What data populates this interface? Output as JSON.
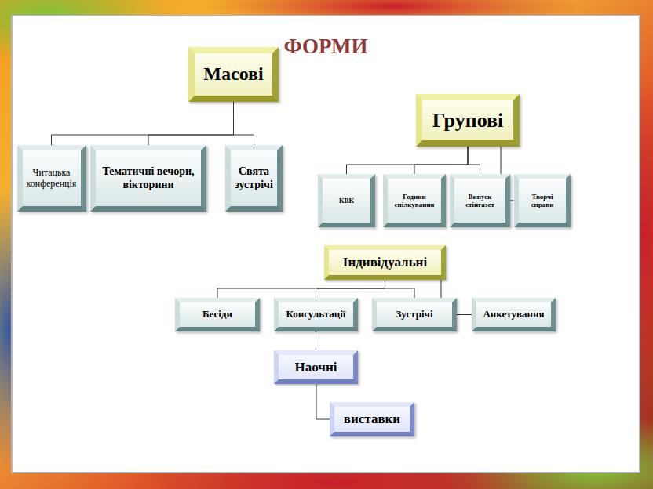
{
  "diagram": {
    "title": "ФОРМИ",
    "nodes": [
      {
        "text": [
          "Масові"
        ]
      },
      {
        "text": [
          "Читацька конференція"
        ]
      },
      {
        "text": [
          "Тематичні вечори, вікторини"
        ]
      },
      {
        "text": [
          "Свята зустрічі"
        ]
      },
      {
        "text": [
          "Групові"
        ]
      },
      {
        "text": [
          "КВК"
        ]
      },
      {
        "text": [
          "Години спілкування"
        ]
      },
      {
        "text": [
          "Випуск стінгазет"
        ]
      },
      {
        "text": [
          "Творчі справи"
        ]
      },
      {
        "text": [
          "Індивідуальні"
        ]
      },
      {
        "text": [
          "Бесіди"
        ]
      },
      {
        "text": [
          "Консультації"
        ]
      },
      {
        "text": [
          "Зустрічі"
        ]
      },
      {
        "text": [
          "Анкетування"
        ]
      },
      {
        "text": [
          "Наочні"
        ]
      },
      {
        "text": [
          "виставки"
        ]
      }
    ],
    "edges": [
      {
        "from": 0,
        "to": 1,
        "arrow": "none"
      },
      {
        "from": 0,
        "to": 2,
        "arrow": "none"
      },
      {
        "from": 0,
        "to": 3,
        "arrow": "none"
      },
      {
        "from": 4,
        "to": 5,
        "arrow": "none"
      },
      {
        "from": 4,
        "to": 6,
        "arrow": "none"
      },
      {
        "from": 4,
        "to": 7,
        "arrow": "none"
      },
      {
        "from": 4,
        "to": 8,
        "arrow": "none"
      },
      {
        "from": 9,
        "to": 10,
        "arrow": "none"
      },
      {
        "from": 9,
        "to": 11,
        "arrow": "none"
      },
      {
        "from": 9,
        "to": 12,
        "arrow": "none"
      },
      {
        "from": 9,
        "to": 13,
        "arrow": "none"
      },
      {
        "from": 11,
        "to": 14,
        "arrow": "none"
      },
      {
        "from": 14,
        "to": 15,
        "arrow": "none"
      }
    ]
  }
}
